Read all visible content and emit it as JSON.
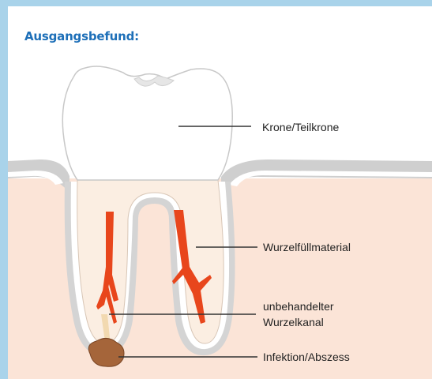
{
  "title": "Ausgangsbefund:",
  "labels": {
    "crown": "Krone/Teilkrone",
    "root_filling": "Wurzelfüllmaterial",
    "untreated_canal_line1": "unbehandelter",
    "untreated_canal_line2": "Wurzelkanal",
    "infection": "Infektion/Abszess"
  },
  "colors": {
    "background": "#a9d3ea",
    "title": "#1d6fb8",
    "gum": "#fbe4d7",
    "bone": "#cfcfcf",
    "root_filling": "#e8461c",
    "abscess": "#a5653a"
  }
}
